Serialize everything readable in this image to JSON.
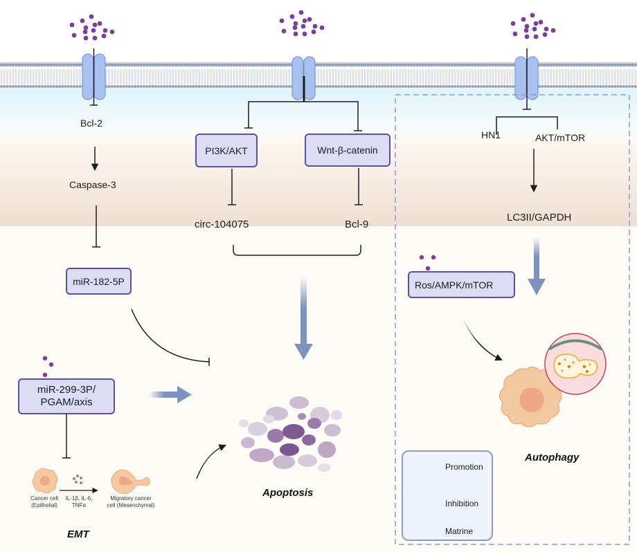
{
  "diagram": {
    "colors": {
      "matrine_dot": "#7b3f98",
      "box_fill": "#dcdcf5",
      "box_border": "#5b4f9e",
      "channel_fill": "#a9c1ef",
      "flow_arrow": "#7e92bf",
      "dashed_border": "#8a9bd0",
      "legend_fill": "#eef3fc",
      "matrine_legend": "#4a4a8c"
    },
    "pathway_left": {
      "bcl2": "Bcl-2",
      "caspase3": "Caspase-3",
      "mir182": "miR-182-5P",
      "mir299_line1": "miR-299-3P/",
      "mir299_line2": "PGAM/axis"
    },
    "pathway_middle": {
      "pi3k": "PI3K/AKT",
      "wnt": "Wnt-β-catenin",
      "circ": "circ-104075",
      "bcl9": "Bcl-9"
    },
    "pathway_right": {
      "hn1": "HN1",
      "akt_mtor": "AKT/mTOR",
      "lc3": "LC3II/GAPDH",
      "ros": "Ros/AMPK/mTOR"
    },
    "emt": {
      "title": "EMT",
      "cancer_cell_line1": "Cancer cell",
      "cancer_cell_line2": "(Epithelial)",
      "cytokines_line1": "IL-1β, IL-6,",
      "cytokines_line2": "TNFα",
      "migratory_line1": "Migratory cancer",
      "migratory_line2": "cell (Mesenchymal)"
    },
    "outcomes": {
      "apoptosis": "Apoptosis",
      "autophagy": "Autophagy"
    },
    "legend": {
      "promotion": "Promotion",
      "inhibition": "Inhibition",
      "matrine": "Matrine"
    }
  }
}
